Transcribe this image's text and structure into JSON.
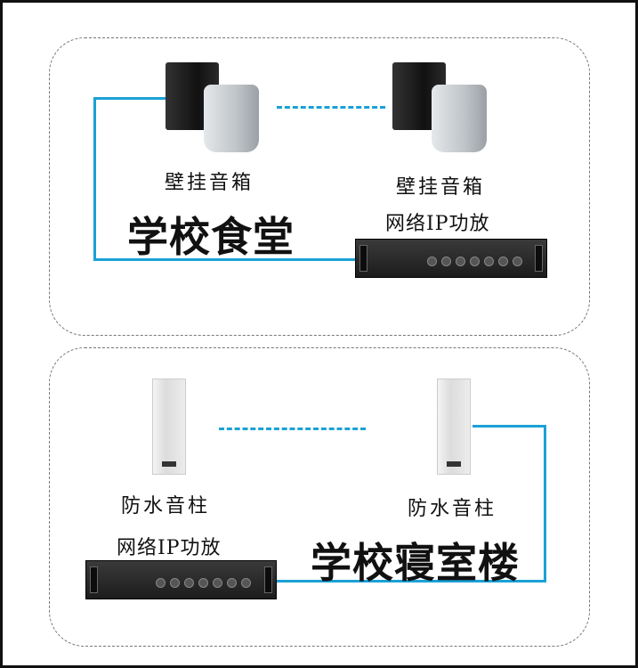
{
  "canteen": {
    "title": "学校食堂",
    "speaker_left": "壁挂音箱",
    "speaker_right": "壁挂音箱",
    "amplifier": "网络IP功放"
  },
  "dorm": {
    "title": "学校寝室楼",
    "speaker_left": "防水音柱",
    "speaker_right": "防水音柱",
    "amplifier": "网络IP功放"
  },
  "colors": {
    "cable": "#1ba1d6"
  }
}
